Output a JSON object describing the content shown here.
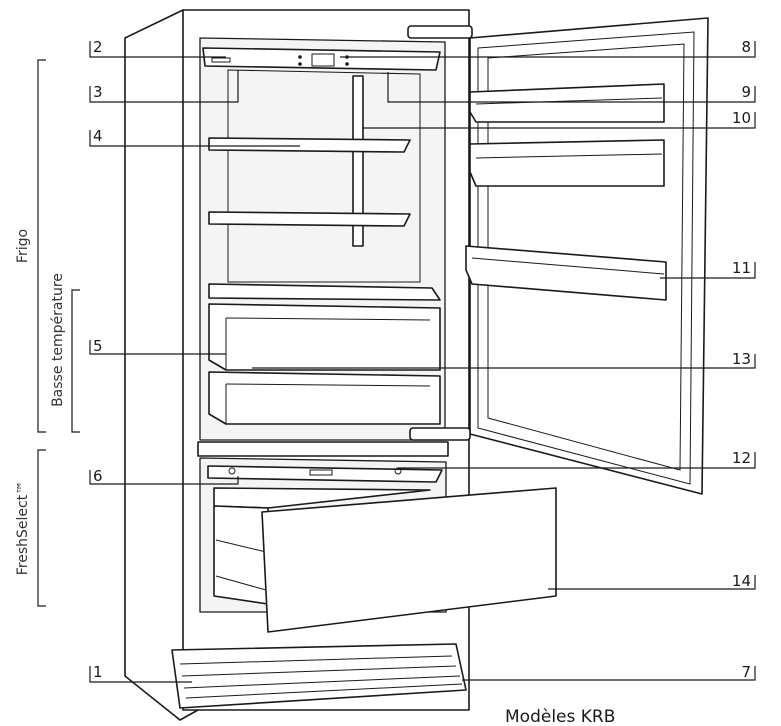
{
  "labels": {
    "l1": "1",
    "l2": "2",
    "l3": "3",
    "l4": "4",
    "l5": "5",
    "l6": "6",
    "l7": "7",
    "l8": "8",
    "l9": "9",
    "l10": "10",
    "l11": "11",
    "l12": "12",
    "l13": "13",
    "l14": "14"
  },
  "sections": {
    "frigo": "Frigo",
    "basse": "Basse température",
    "fresh": "FreshSelect™"
  },
  "caption": "Modèles KRB"
}
